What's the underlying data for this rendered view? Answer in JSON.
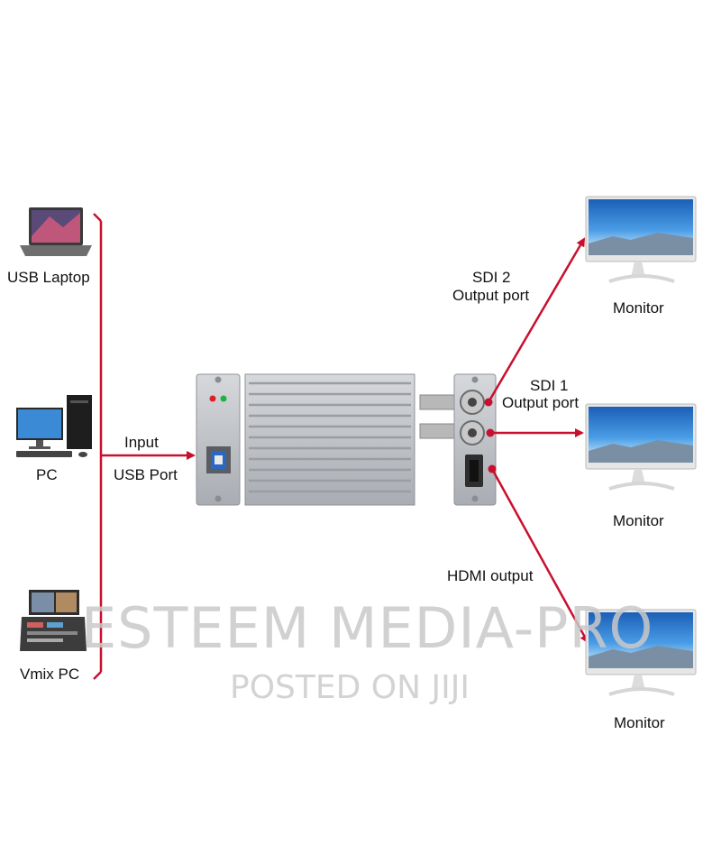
{
  "sources": [
    {
      "label": "USB Laptop",
      "icon": "laptop-icon"
    },
    {
      "label": "PC",
      "icon": "desktop-pc-icon"
    },
    {
      "label": "Vmix PC",
      "icon": "vmix-pc-icon"
    }
  ],
  "input": {
    "line1": "Input",
    "line2": "USB Port"
  },
  "outputs": {
    "sdi2": {
      "line1": "SDI 2",
      "line2": "Output port"
    },
    "sdi1": {
      "line1": "SDI 1",
      "line2": "Output port"
    },
    "hdmi": {
      "line1": "HDMI output"
    }
  },
  "monitors": [
    {
      "label": "Monitor",
      "icon": "monitor-icon"
    },
    {
      "label": "Monitor",
      "icon": "monitor-icon"
    },
    {
      "label": "Monitor",
      "icon": "monitor-icon"
    }
  ],
  "watermark": {
    "line1": "ESTEEM MEDIA-PRO",
    "line2": "POSTED ON JIJI"
  },
  "colors": {
    "arrow": "#c8102e",
    "device": "#b9bcc1",
    "screen": "#2f7fd0"
  }
}
